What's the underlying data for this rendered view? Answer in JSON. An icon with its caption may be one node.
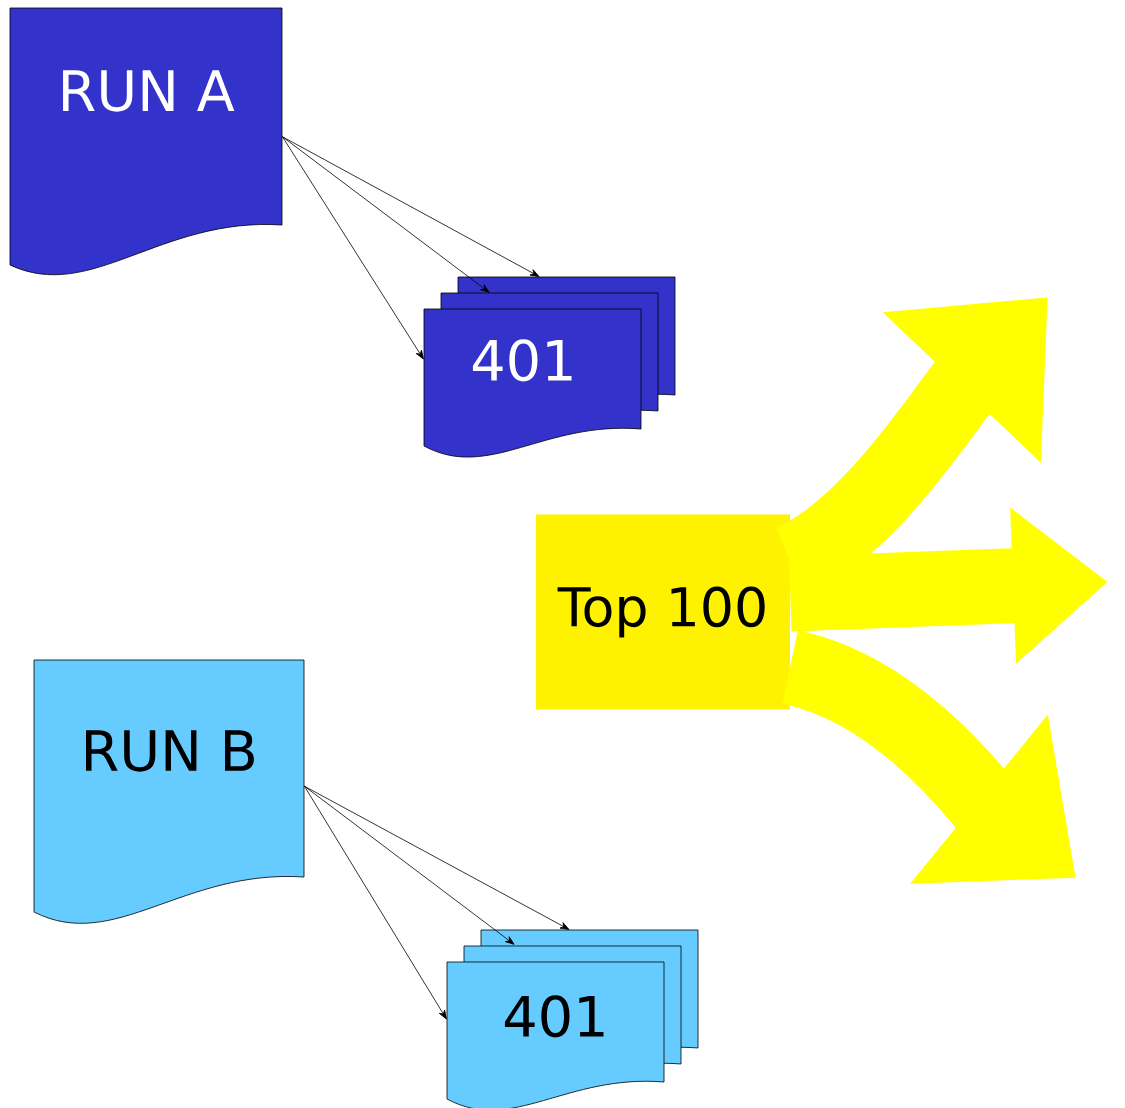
{
  "diagram": {
    "nodes": [
      {
        "text": [
          "RUN A"
        ]
      },
      {
        "text": [
          "401"
        ]
      },
      {
        "text": [
          "RUN B"
        ]
      },
      {
        "text": [
          "401"
        ]
      },
      {
        "text": [
          "Top 100"
        ]
      }
    ],
    "edges": [
      {
        "from": 0,
        "to": 1,
        "arrow": "to"
      },
      {
        "from": 0,
        "to": 1,
        "arrow": "to"
      },
      {
        "from": 0,
        "to": 1,
        "arrow": "to"
      },
      {
        "from": 2,
        "to": 3,
        "arrow": "to"
      },
      {
        "from": 2,
        "to": 3,
        "arrow": "to"
      },
      {
        "from": 2,
        "to": 3,
        "arrow": "to"
      },
      {
        "from": 4,
        "to": null,
        "arrow": "to",
        "style": "thick",
        "color": "#ffff00"
      },
      {
        "from": 4,
        "to": null,
        "arrow": "to",
        "style": "thick",
        "color": "#ffff00"
      },
      {
        "from": 4,
        "to": null,
        "arrow": "to",
        "style": "thick",
        "color": "#ffff00"
      }
    ]
  }
}
